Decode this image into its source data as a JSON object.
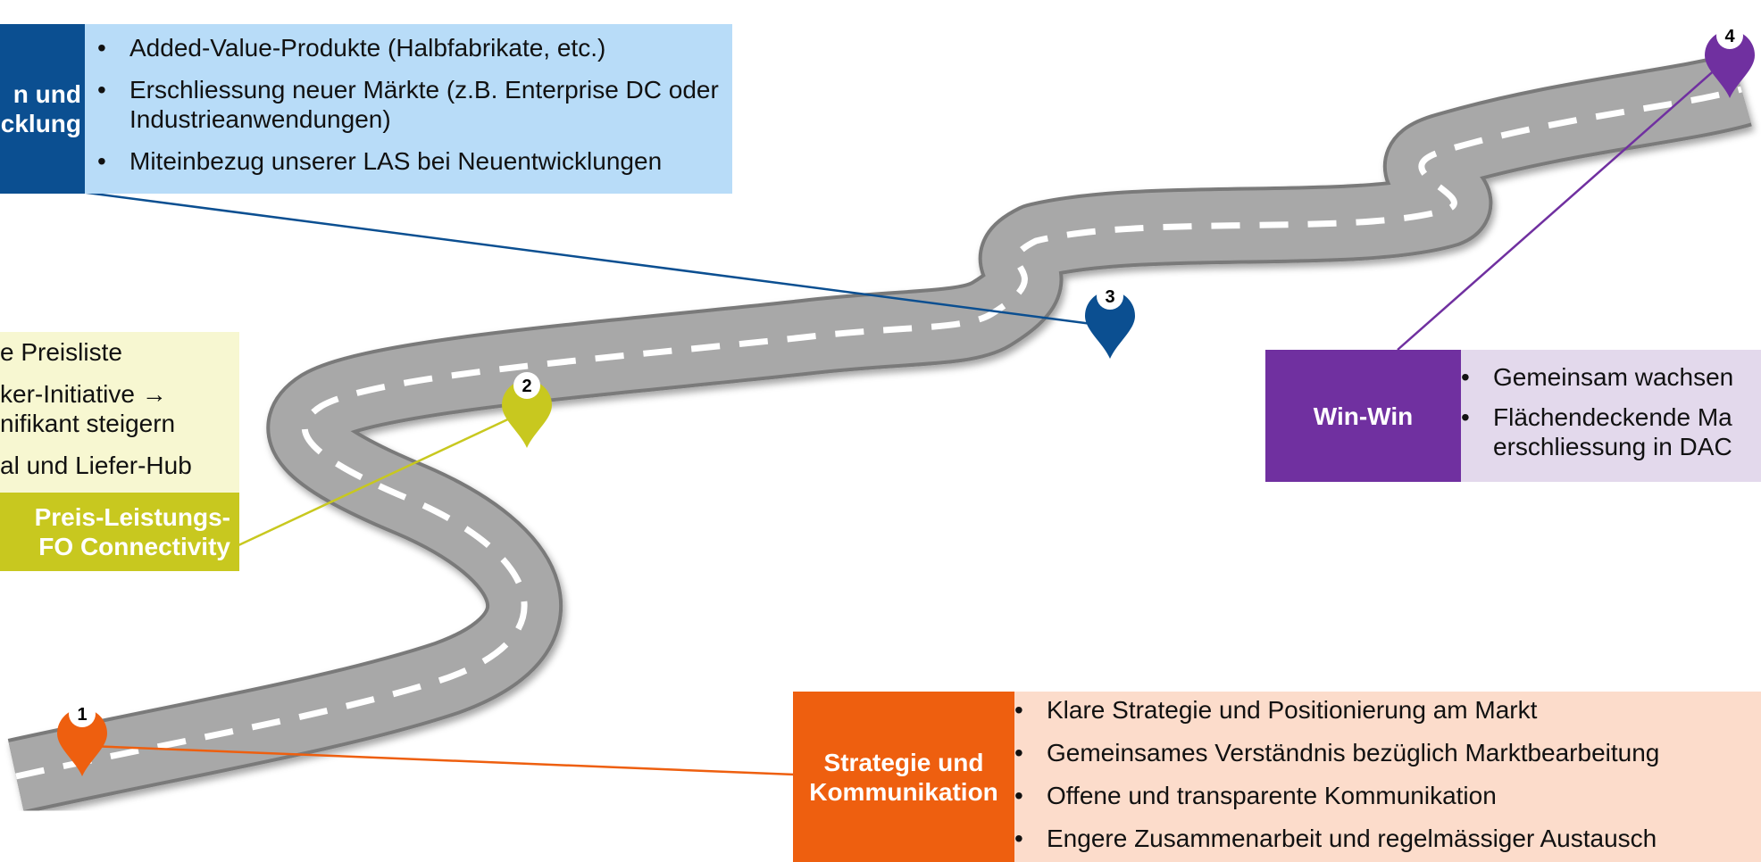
{
  "colors": {
    "road": "#a8a8a8",
    "dash": "#ffffff",
    "blue": "#0b4f91",
    "blue_light": "#b8dcf8",
    "yellow": "#c8c81f",
    "yellow_light": "#f7f7d1",
    "purple": "#7030a0",
    "purple_light": "#e3d9ec",
    "orange": "#ee5f0f",
    "orange_light": "#fcdccb"
  },
  "pins": [
    {
      "label": "1",
      "color": "orange"
    },
    {
      "label": "2",
      "color": "yellow"
    },
    {
      "label": "3",
      "color": "blue"
    },
    {
      "label": "4",
      "color": "purple"
    }
  ],
  "blue_box": {
    "title": "n und\ncklung",
    "items": [
      "Added-Value-Produkte (Halbfabrikate, etc.)",
      "Erschliessung neuer Märkte (z.B. Enterprise DC oder Industrieanwendungen)",
      "Miteinbezug unserer LAS bei Neuentwicklungen"
    ]
  },
  "yellow_box": {
    "title": "Preis-Leistungs-\nFO Connectivity",
    "lines": [
      "e Preisliste",
      "ker-Initiative →\nnifikant steigern",
      "al und Liefer-Hub"
    ]
  },
  "purple_box": {
    "title": "Win-Win",
    "items": [
      "Gemeinsam wachsen",
      "Flächendeckende Ma\nerschliessung in DAC"
    ]
  },
  "orange_box": {
    "title": "Strategie und\nKommunikation",
    "items": [
      "Klare Strategie und Positionierung am Markt",
      "Gemeinsames Verständnis bezüglich Marktbearbeitung",
      "Offene und transparente Kommunikation",
      "Engere Zusammenarbeit und regelmässiger Austausch"
    ]
  }
}
